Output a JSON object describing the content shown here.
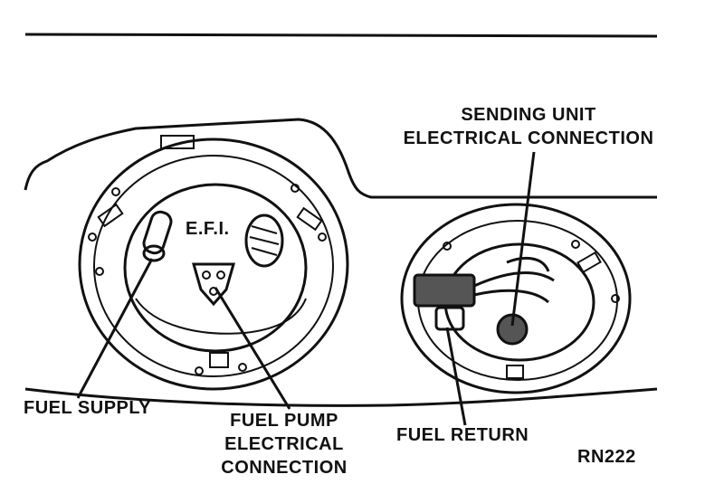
{
  "figure": {
    "labels": {
      "efi": "E.F.I.",
      "sending_unit_line1": "SENDING UNIT",
      "sending_unit_line2": "ELECTRICAL CONNECTION",
      "fuel_supply": "FUEL SUPPLY",
      "fuel_pump_line1": "FUEL PUMP",
      "fuel_pump_line2": "ELECTRICAL",
      "fuel_pump_line3": "CONNECTION",
      "fuel_return": "FUEL RETURN",
      "figure_code": "RN222"
    },
    "colors": {
      "ink": "#111111",
      "paper": "#ffffff",
      "shade": "#555555"
    }
  }
}
